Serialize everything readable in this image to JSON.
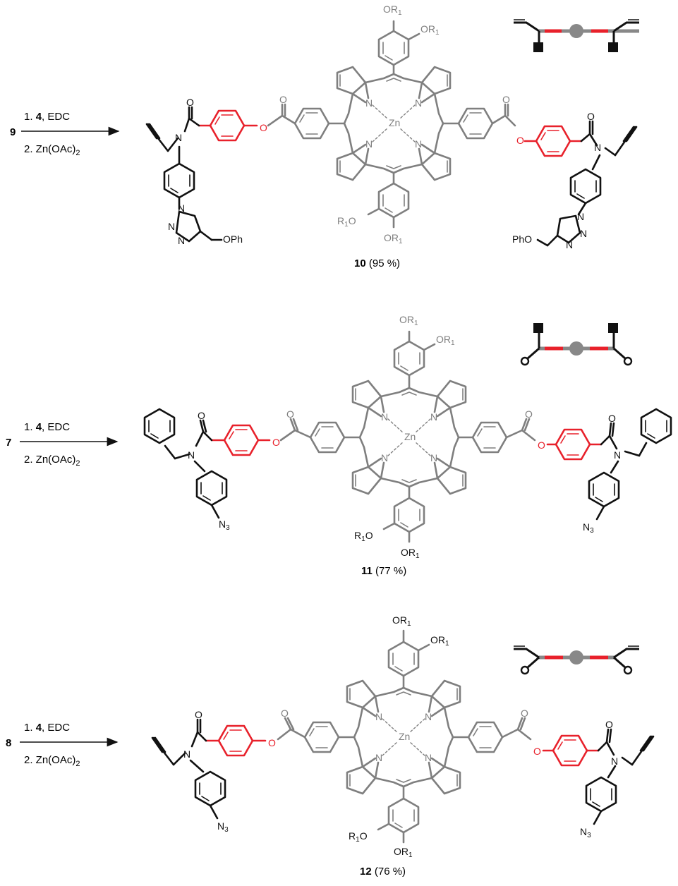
{
  "reactions": [
    {
      "start": "9",
      "step1_num": "1.",
      "step1_reagent": "4",
      "step1_rest": ", EDC",
      "step2": "2. Zn(OAc)",
      "step2_sub": "2",
      "product": "10",
      "yield": "(95 %)",
      "substituent": "triazole-OPh + propargyl",
      "icon": "alkyne-ends"
    },
    {
      "start": "7",
      "step1_num": "1.",
      "step1_reagent": "4",
      "step1_rest": ", EDC",
      "step2": "2. Zn(OAc)",
      "step2_sub": "2",
      "product": "11",
      "yield": "(77 %)",
      "substituent": "benzyl + azide",
      "icon": "square-ends"
    },
    {
      "start": "8",
      "step1_num": "1.",
      "step1_reagent": "4",
      "step1_rest": ", EDC",
      "step2": "2. Zn(OAc)",
      "step2_sub": "2",
      "product": "12",
      "yield": "(76 %)",
      "substituent": "propargyl + azide",
      "icon": "alkyne-circle-ends"
    }
  ],
  "atoms": {
    "zn": "Zn",
    "n": "N",
    "o": "O",
    "or1": "OR",
    "r1o": "R",
    "r1o_tail": "O",
    "sub1": "1",
    "sub3": "3",
    "ophe": "OPh",
    "pho": "PhO",
    "n3": "N"
  },
  "colors": {
    "porphyrin": "#7f7f7f",
    "linker": "#e8212b",
    "stopper": "#111111"
  }
}
